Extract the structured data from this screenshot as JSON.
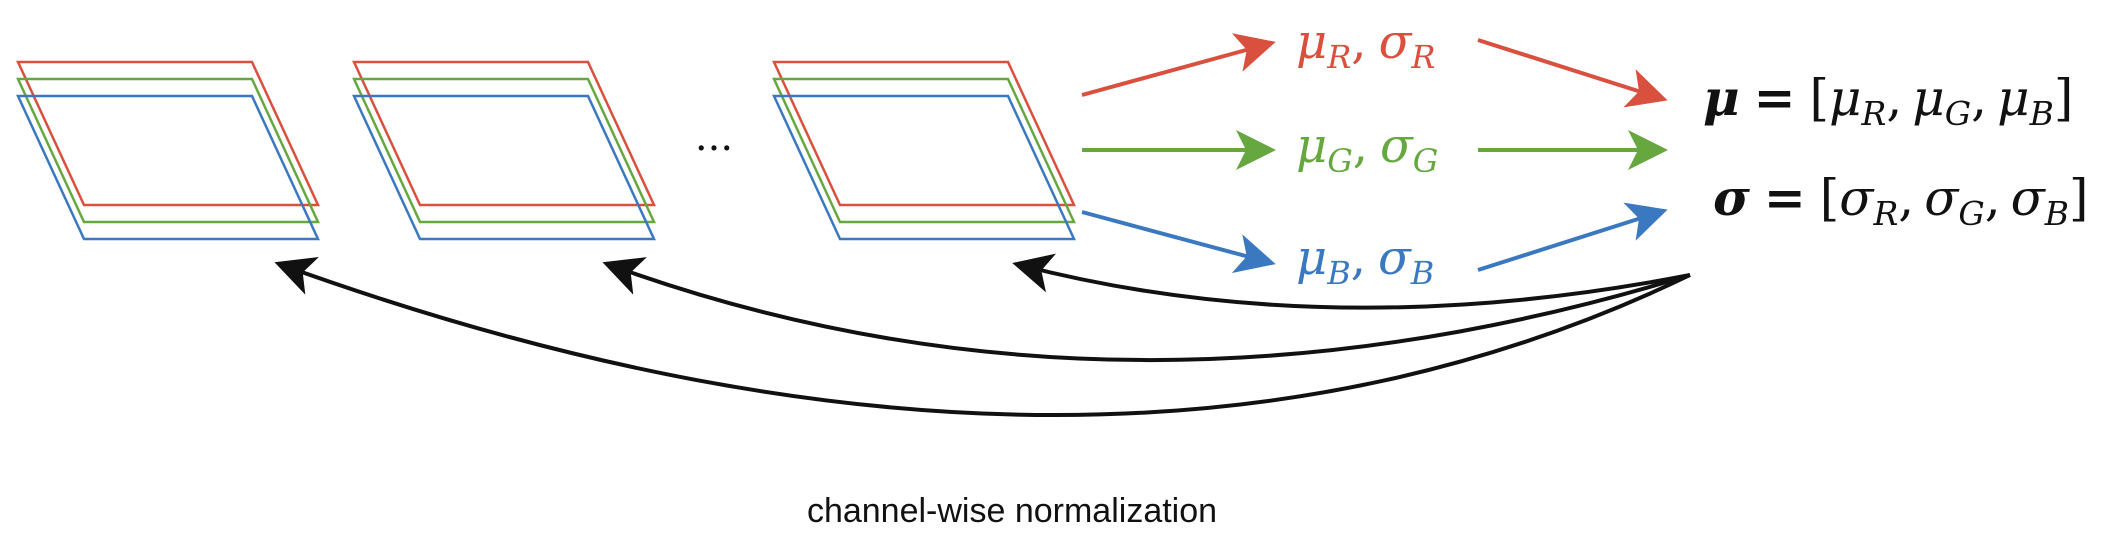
{
  "colors": {
    "red": "#d9503e",
    "green": "#66a83f",
    "blue": "#3a78c0",
    "black": "#111111"
  },
  "frames": [
    {
      "name": "image-frame-1"
    },
    {
      "name": "image-frame-2"
    },
    {
      "name": "image-frame-n"
    }
  ],
  "ellipsis": "...",
  "stats": {
    "red": {
      "mu": "μ",
      "sigma": "σ",
      "sub": "R",
      "sep": ","
    },
    "green": {
      "mu": "μ",
      "sigma": "σ",
      "sub": "G",
      "sep": ","
    },
    "blue": {
      "mu": "μ",
      "sigma": "σ",
      "sub": "B",
      "sep": ","
    }
  },
  "equations": {
    "mu_symbol": "μ",
    "sigma_symbol": "σ",
    "equals": "=",
    "open_bracket": "[",
    "close_bracket": "]",
    "comma": ",",
    "subs": [
      "R",
      "G",
      "B"
    ]
  },
  "caption": "channel-wise normalization"
}
